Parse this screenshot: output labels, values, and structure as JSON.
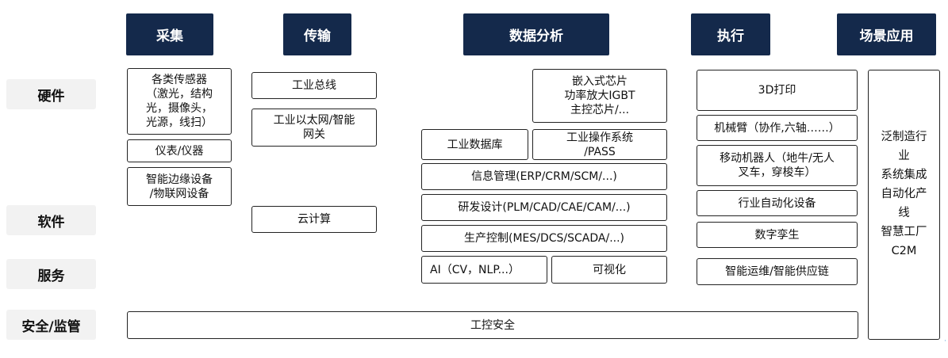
{
  "headers": {
    "collect": "采集",
    "transmit": "传输",
    "analysis": "数据分析",
    "execute": "执行",
    "scenario": "场景应用"
  },
  "rows": {
    "hardware": "硬件",
    "software": "软件",
    "service": "服务",
    "security": "安全/监管"
  },
  "collect": {
    "sensors": "各类传感器\n（激光，结构\n光，摄像头，\n光源，线扫）",
    "meters": "仪表/仪器",
    "edge": "智能边缘设备\n/物联网设备"
  },
  "transmit": {
    "bus": "工业总线",
    "ethernet": "工业以太网/智能\n网关",
    "cloud": "云计算"
  },
  "analysis": {
    "chips": "嵌入式芯片\n功率放大IGBT\n主控芯片/...",
    "database": "工业数据库",
    "os": "工业操作系统\n/PASS",
    "info_mgmt": "信息管理(ERP/CRM/SCM/...)",
    "rnd": "研发设计(PLM/CAD/CAE/CAM/...)",
    "production": "生产控制(MES/DCS/SCADA/...)",
    "ai": "AI（CV，NLP...）",
    "visual": "可视化"
  },
  "execute": {
    "print3d": "3D打印",
    "arm": "机械臂（协作,六轴……）",
    "mobile_robot": "移动机器人（地牛/无人\n叉车，穿梭车）",
    "automation": "行业自动化设备",
    "twin": "数字孪生",
    "ops": "智能运维/智能供应链"
  },
  "scenario": {
    "text": "泛制造行\n业\n系统集成\n自动化产\n线\n智慧工厂\nC2M"
  },
  "security": {
    "ics": "工控安全"
  },
  "colors": {
    "header_bg": "#14294b",
    "row_label_bg": "#f2f2f2",
    "border": "#222222"
  }
}
